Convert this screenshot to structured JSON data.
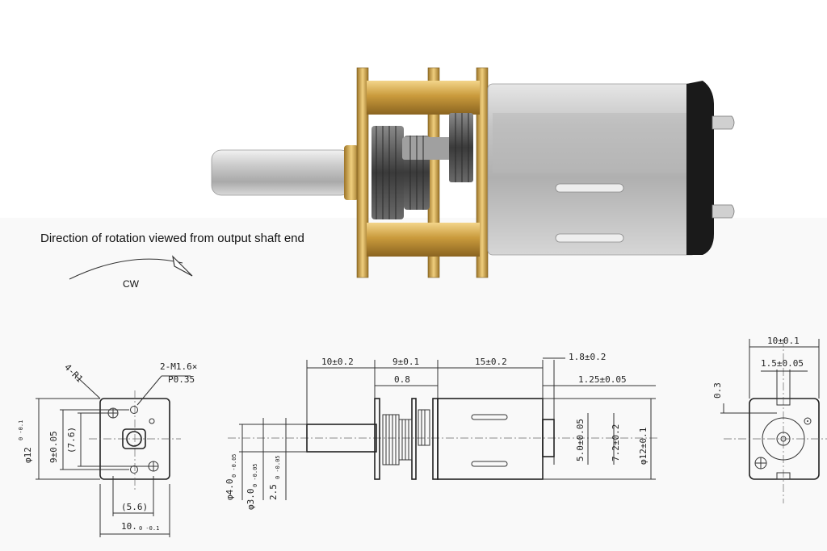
{
  "rotation": {
    "caption": "Direction of rotation viewed from output shaft end",
    "direction": "CW"
  },
  "front_view": {
    "corner_radius": "4-R1",
    "thread_callout": "2-M1.6×",
    "thread_pitch": "P0.35",
    "height": "φ12",
    "height_tol": "0 -0.1",
    "hole_spacing": "9±0.05",
    "hole_offset": "(7.6)",
    "width_inner": "(5.6)",
    "width": "10.",
    "width_tol": "0 -0.1"
  },
  "side_view": {
    "shaft_length": "10±0.2",
    "gearbox_length": "9±0.1",
    "motor_length": "15±0.2",
    "terminal_length": "1.8±0.2",
    "plate_thickness": "0.8",
    "endcap_length": "1.25±0.05",
    "shaft_dia": "φ4.0",
    "shaft_dia_tol": "0 -0.05",
    "flat_dia": "φ3.0",
    "flat_dia_tol": "0 -0.05",
    "flat_width": "2.5",
    "flat_width_tol": "0 -0.05",
    "endcap_dia": "5.0±0.05",
    "terminal_span": "7.2±0.2",
    "motor_dia": "φ12±0.1"
  },
  "rear_view": {
    "width": "10±0.1",
    "terminal_width": "1.5±0.05",
    "terminal_depth": "0.3"
  }
}
